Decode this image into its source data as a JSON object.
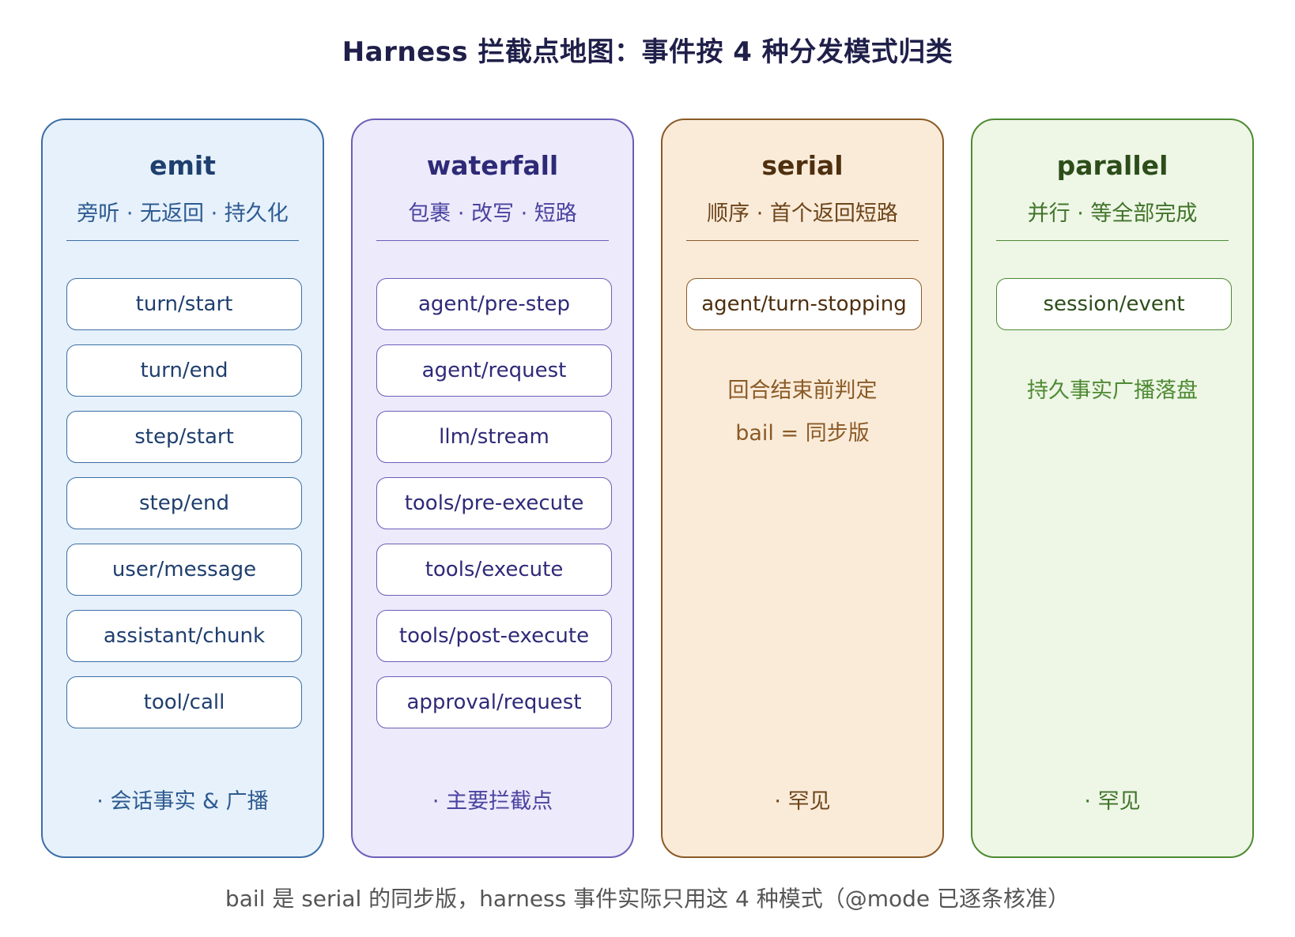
{
  "title": "Harness 拦截点地图：事件按 4 种分发模式归类",
  "panels": {
    "emit": {
      "name": "emit",
      "subtitle": "旁听 · 无返回 · 持久化",
      "events": [
        "turn/start",
        "turn/end",
        "step/start",
        "step/end",
        "user/message",
        "assistant/chunk",
        "tool/call"
      ],
      "footer": "· 会话事实 & 广播"
    },
    "waterfall": {
      "name": "waterfall",
      "subtitle": "包裹 · 改写 · 短路",
      "events": [
        "agent/pre-step",
        "agent/request",
        "llm/stream",
        "tools/pre-execute",
        "tools/execute",
        "tools/post-execute",
        "approval/request"
      ],
      "footer": "· 主要拦截点"
    },
    "serial": {
      "name": "serial",
      "subtitle": "顺序 · 首个返回短路",
      "events": [
        "agent/turn-stopping"
      ],
      "notes": [
        "回合结束前判定",
        "bail = 同步版"
      ],
      "footer": "· 罕见"
    },
    "parallel": {
      "name": "parallel",
      "subtitle": "并行 · 等全部完成",
      "events": [
        "session/event"
      ],
      "notes": [
        "持久事实广播落盘"
      ],
      "footer": "· 罕见"
    }
  },
  "caption": "bail 是 serial 的同步版，harness 事件实际只用这 4 种模式（@mode 已逐条核准）",
  "colors": {
    "emit": "#3c6ea6",
    "waterfall": "#6b5fb8",
    "serial": "#8a5a26",
    "parallel": "#4d8a32"
  }
}
